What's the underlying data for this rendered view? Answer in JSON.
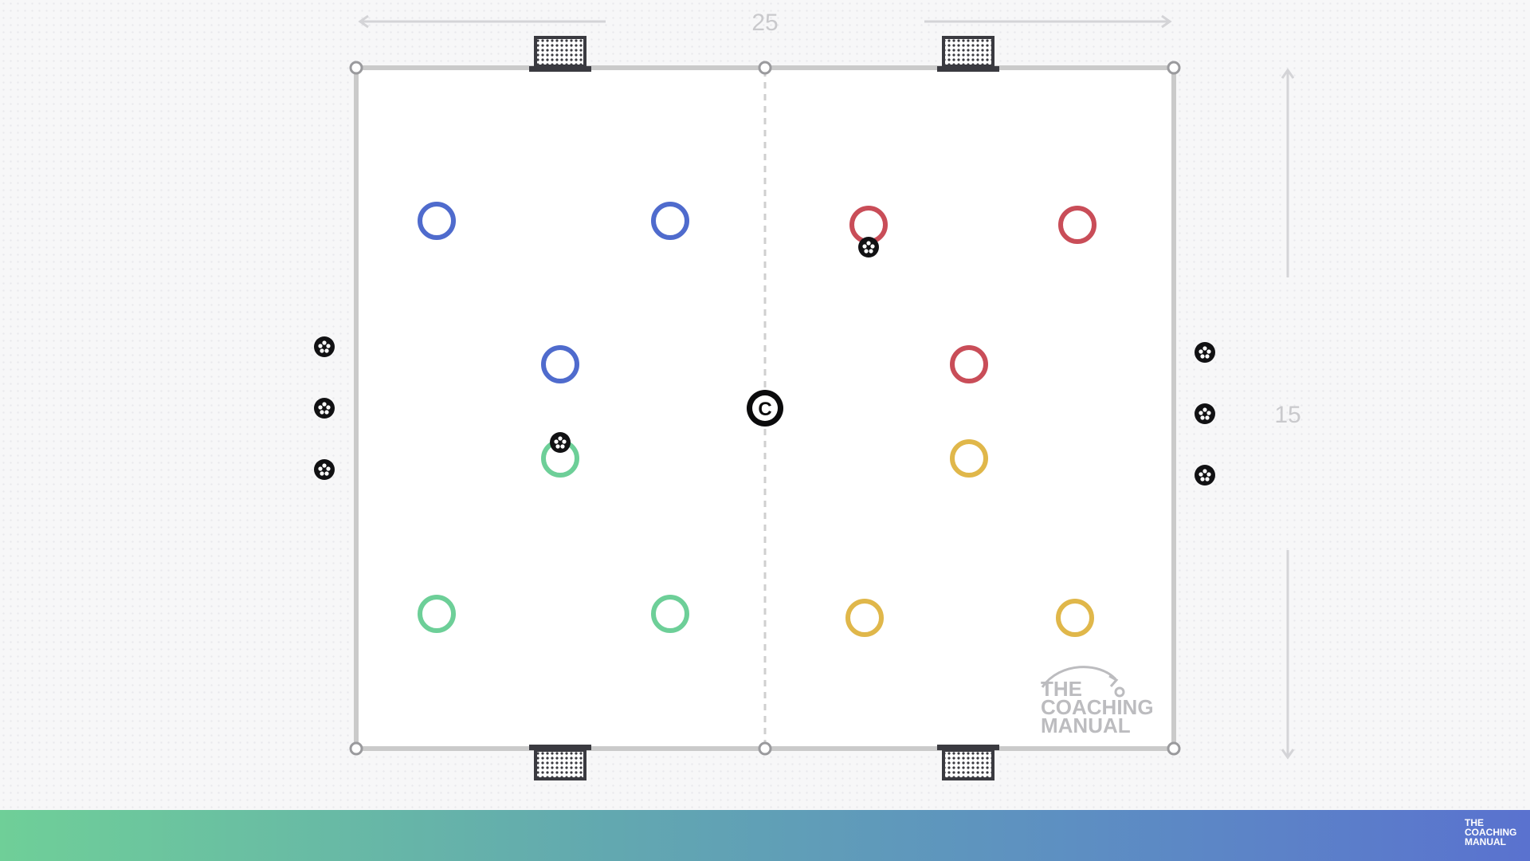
{
  "dimensions": {
    "width_label": "25",
    "height_label": "15"
  },
  "watermark": {
    "line1": "THE",
    "line2": "COACHING",
    "line3": "MANUAL"
  },
  "footer": {
    "logo_line1": "THE",
    "logo_line2": "COACHING",
    "logo_line3": "MANUAL"
  },
  "coach_label": "C",
  "colors": {
    "blue_team": "#4f6bcd",
    "red_team": "#c94d58",
    "green_team": "#6dcf98",
    "yellow_team": "#e0b74a",
    "boundary": "#cacaca",
    "goal": "#3a3a40"
  },
  "icons": {
    "ball": "soccer-ball-icon",
    "goal": "goal-net-icon",
    "coach": "coach-marker-icon",
    "cone": "corner-cone-icon"
  }
}
